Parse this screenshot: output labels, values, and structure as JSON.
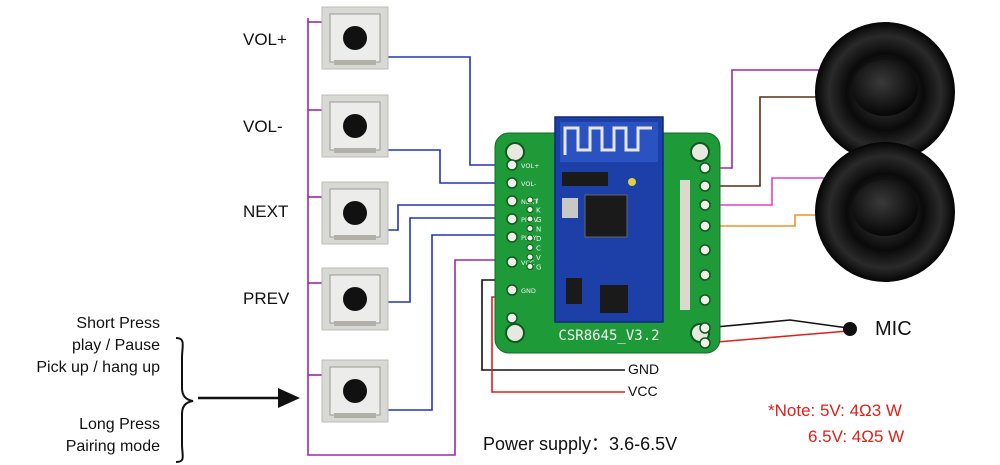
{
  "buttons": [
    {
      "label": "VOL+"
    },
    {
      "label": "VOL-"
    },
    {
      "label": "NEXT"
    },
    {
      "label": "PREV"
    }
  ],
  "press_info": {
    "short": [
      "Short Press",
      "play / Pause",
      "Pick up / hang up"
    ],
    "long": [
      "Long Press",
      "Pairing mode"
    ]
  },
  "board": {
    "model": "CSR8645_V3.2",
    "left_pins": [
      "VOL+",
      "VOL-",
      "NEXT",
      "PREV",
      "PLAY",
      "VCC",
      "GND"
    ],
    "middle_pins": [
      "I",
      "K",
      "G",
      "N",
      "D",
      "C",
      "V",
      "G"
    ]
  },
  "power": {
    "gnd": "GND",
    "vcc": "VCC",
    "supply": "Power supply：3.6-6.5V"
  },
  "mic": {
    "label": "MIC"
  },
  "note": {
    "line1": "*Note: 5V: 4Ω3 W",
    "line2": "6.5V: 4Ω5 W"
  },
  "colors": {
    "wire_blue": "#2433b8",
    "wire_purple": "#9a2aa8",
    "wire_brown": "#5a2e12",
    "wire_pink": "#e040c8",
    "wire_orange": "#f0902a",
    "wire_red": "#e0201a",
    "board_green": "#1f9a38",
    "module_blue": "#1d3fa8",
    "note_red": "#e0201a"
  }
}
